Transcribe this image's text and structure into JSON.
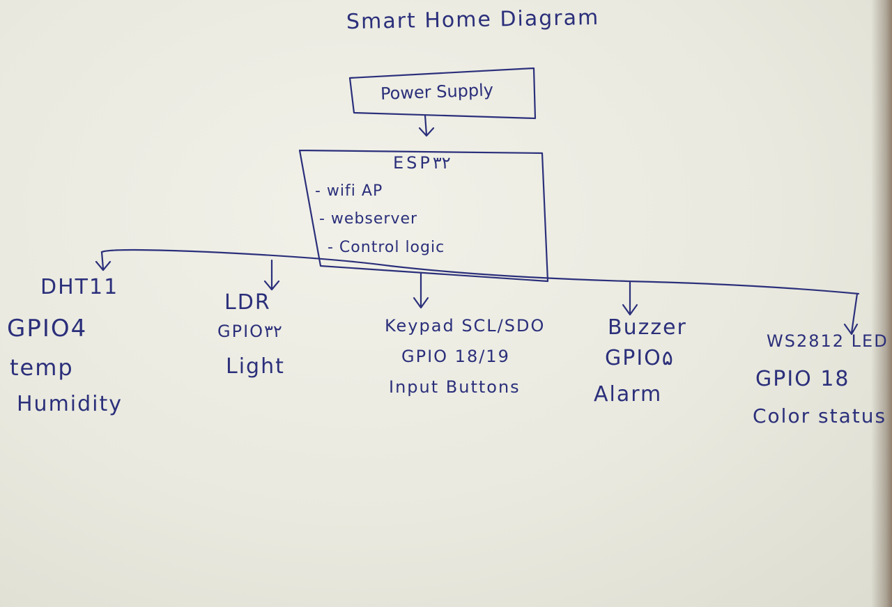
{
  "title": "Smart Home Diagram",
  "power_supply": {
    "label": "Power Supply"
  },
  "controller": {
    "title": "ESP۳۲",
    "items": [
      "- wifi AP",
      "- webserver",
      "- Control logic"
    ]
  },
  "nodes": [
    {
      "name": "DHT11",
      "pin": "GPIO4",
      "lines": [
        "temp",
        "Humidity"
      ]
    },
    {
      "name": "LDR",
      "pin": "GPIO۳۲",
      "lines": [
        "Light"
      ]
    },
    {
      "name": "Keypad SCL/SDO",
      "pin": "GPIO 18/19",
      "lines": [
        "Input Buttons"
      ]
    },
    {
      "name": "Buzzer",
      "pin": "GPIO۵",
      "lines": [
        "Alarm"
      ]
    },
    {
      "name": "WS2812 LED",
      "pin": "GPIO 18",
      "lines": [
        "Color status"
      ]
    }
  ],
  "colors": {
    "ink": "#2b2f7a",
    "paper": "#ecece3"
  }
}
